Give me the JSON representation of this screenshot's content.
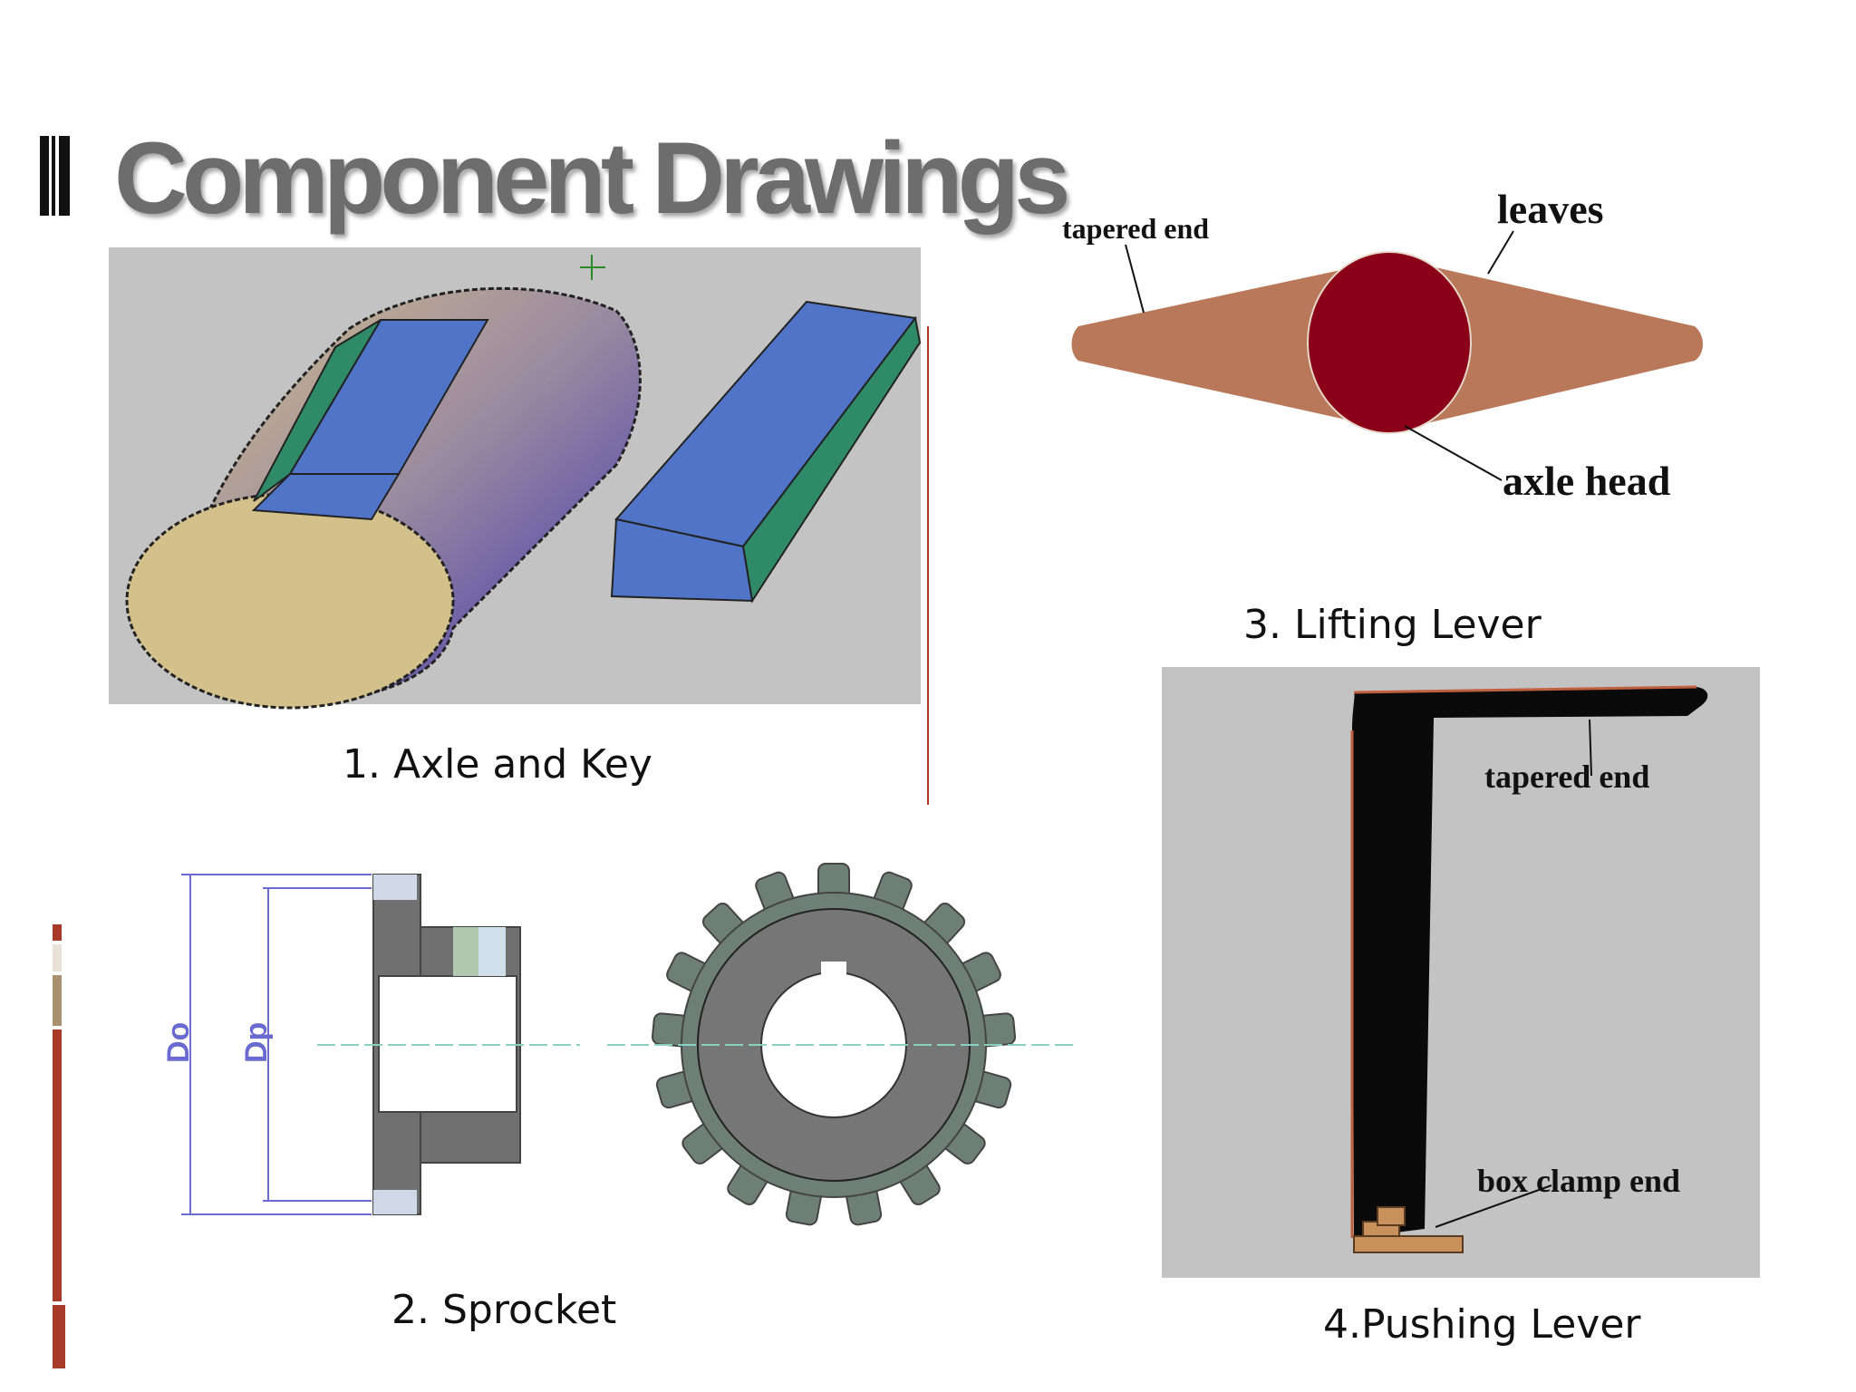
{
  "slide": {
    "title": "Component Drawings"
  },
  "figures": {
    "axle_key": {
      "caption": "1. Axle and Key"
    },
    "sprocket": {
      "caption": "2. Sprocket",
      "dim_outer": "Do",
      "dim_pitch": "Dp"
    },
    "lifting_lever": {
      "caption": "3. Lifting Lever",
      "label_tapered_end": "tapered end",
      "label_leaves": "leaves",
      "label_axle_head": "axle head"
    },
    "pushing_lever": {
      "caption": "4.Pushing Lever",
      "label_tapered_end": "tapered end",
      "label_box_clamp_end": "box clamp end"
    }
  },
  "colors": {
    "title": "#6d6d6d",
    "accent_red": "#a83a2a",
    "accent_tan": "#a89070",
    "drawing_bg": "#c3c3c3",
    "lever_orange": "#b9785a",
    "axle_head_red": "#8b0018"
  }
}
